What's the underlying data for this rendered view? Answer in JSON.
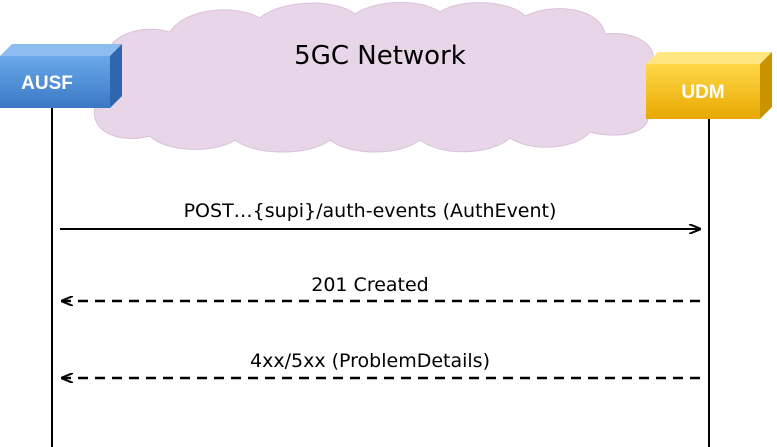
{
  "network": {
    "label": "5GC Network",
    "cloud_color": "#e8d6e8"
  },
  "nodes": {
    "ausf": {
      "label": "AUSF",
      "color": "#4a8ad4"
    },
    "udm": {
      "label": "UDM",
      "color": "#f3c100"
    }
  },
  "messages": [
    {
      "label": "POST…{supi}/auth-events (AuthEvent)",
      "from": "ausf",
      "to": "udm",
      "style": "solid"
    },
    {
      "label": "201 Created",
      "from": "udm",
      "to": "ausf",
      "style": "dashed"
    },
    {
      "label": "4xx/5xx (ProblemDetails)",
      "from": "udm",
      "to": "ausf",
      "style": "dashed"
    }
  ]
}
